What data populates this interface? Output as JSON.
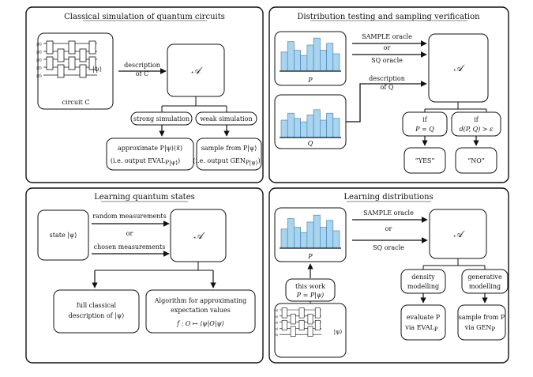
{
  "panels": {
    "p1": {
      "title": "Classical simulation of quantum circuits",
      "ket_label": "|ψ⟩",
      "circuit_caption": "circuit C",
      "arrow_label_1": "description",
      "arrow_label_2": "of C",
      "algo": "𝒜",
      "strong": "strong simulation",
      "weak": "weak simulation",
      "out_strong_1": "approximate P|ψ⟩(x⃗)",
      "out_strong_2": "(i.e. output EVAL",
      "out_strong_sub": "P|ψ⟩",
      "out_weak_1": "sample from P|ψ⟩",
      "out_weak_2": "(i.e. output GEN",
      "out_weak_sub": "P|ψ⟩"
    },
    "p2": {
      "title": "Distribution testing and sampling verification",
      "dist_p": "P",
      "dist_q": "Q",
      "oracle_top": "SAMPLE oracle",
      "or": "or",
      "oracle_sq": "SQ oracle",
      "desc_1": "description",
      "desc_2": "of Q",
      "algo": "𝒜",
      "if_left_1": "if",
      "if_left_2": "P = Q",
      "if_right_1": "if",
      "if_right_2": "d(P, Q) > ε",
      "yes": "“YES”",
      "no": "“NO”"
    },
    "p3": {
      "title": "Learning quantum states",
      "state": "state |ψ⟩",
      "random": "random measurements",
      "or": "or",
      "chosen": "chosen measurements",
      "algo": "𝒜",
      "out_left_1": "full classical",
      "out_left_2": "description of |ψ⟩",
      "out_right_1": "Algorithm for approximating",
      "out_right_2": "expectation values",
      "out_right_3": "f : O ↦ ⟨ψ|O|ψ⟩"
    },
    "p4": {
      "title": "Learning distributions",
      "dist_p": "P",
      "oracle_top": "SAMPLE oracle",
      "or": "or",
      "oracle_sq": "SQ oracle",
      "algo": "𝒜",
      "this_work_1": "this work",
      "this_work_2": "P = P|ψ⟩",
      "ket_label": "|ψ⟩",
      "density_1": "density",
      "density_2": "modelling",
      "generative_1": "generative",
      "generative_2": "modelling",
      "eval_1": "evaluate P",
      "eval_2": "via EVAL",
      "eval_sub": "P",
      "sample_1": "sample from P",
      "sample_2": "via GEN",
      "sample_sub": "P"
    }
  },
  "histogram_values": [
    0.55,
    0.85,
    0.6,
    0.45,
    0.75,
    0.95,
    0.6,
    0.8,
    0.5
  ],
  "histogram_values_q": [
    0.5,
    0.7,
    0.55,
    0.45,
    0.65,
    0.8,
    0.5,
    0.7,
    0.55
  ],
  "colors": {
    "bar_fill": "#a8d4ef",
    "bar_stroke": "#4a8ab8",
    "line": "#111111"
  }
}
